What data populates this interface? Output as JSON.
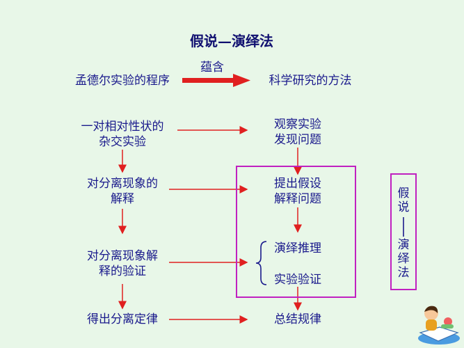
{
  "title": "假说—演绎法",
  "top": {
    "left": "孟德尔实验的程序",
    "arrow_label": "蕴含",
    "right": "科学研究的方法"
  },
  "left_steps": [
    "一对相对性状的\n杂交实验",
    "对分离现象的\n解释",
    "对分离现象解\n释的验证",
    "得出分离定律"
  ],
  "right_steps": [
    "观察实验\n发现问题",
    "提出假设\n解释问题",
    "演绎推理",
    "实验验证",
    "总结规律"
  ],
  "side_label": {
    "top": "假说",
    "bottom": "演绎法"
  },
  "colors": {
    "text": "#1a1a8c",
    "arrow": "#e02020",
    "box": "#c020c0",
    "background": "#e8f7e8"
  },
  "decoration": "child-reading-cartoon"
}
